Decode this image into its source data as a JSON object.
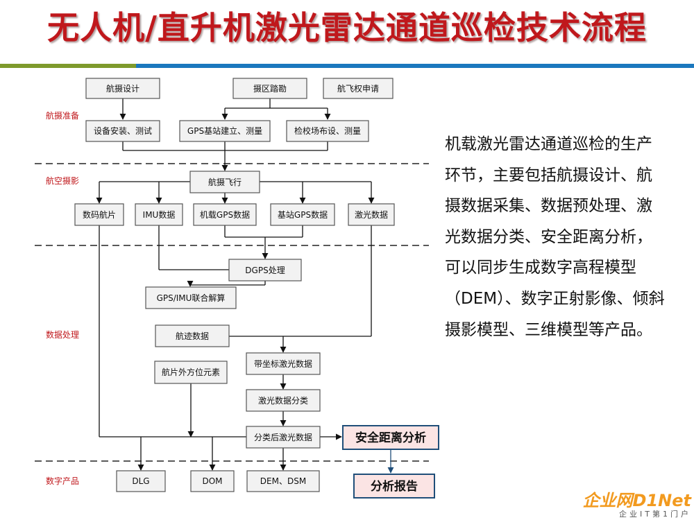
{
  "title": "无人机/直升机激光雷达通道巡检技术流程",
  "stages": [
    {
      "id": "s1",
      "label": "航摄准备"
    },
    {
      "id": "s2",
      "label": "航空摄影"
    },
    {
      "id": "s3",
      "label": "数据处理"
    },
    {
      "id": "s4",
      "label": "数字产品"
    }
  ],
  "nodes": [
    {
      "id": "hangshe_sheji",
      "label": "航摄设计"
    },
    {
      "id": "shequ_takan",
      "label": "摄区踏勘"
    },
    {
      "id": "hangfei_quan",
      "label": "航飞权申请"
    },
    {
      "id": "shebei_anzhuang",
      "label": "设备安装、测试"
    },
    {
      "id": "gps_jizhan",
      "label": "GPS基站建立、测量"
    },
    {
      "id": "jianjiao_changdi",
      "label": "检校场布设、测量"
    },
    {
      "id": "hangshe_feixing",
      "label": "航摄飞行"
    },
    {
      "id": "shuma_hangpian",
      "label": "数码航片"
    },
    {
      "id": "imu_shuju",
      "label": "IMU数据"
    },
    {
      "id": "jizai_gps",
      "label": "机载GPS数据"
    },
    {
      "id": "jizhan_gps",
      "label": "基站GPS数据"
    },
    {
      "id": "jiguang_shuju",
      "label": "激光数据"
    },
    {
      "id": "dgps",
      "label": "DGPS处理"
    },
    {
      "id": "gps_imu",
      "label": "GPS/IMU联合解算"
    },
    {
      "id": "hangji",
      "label": "航迹数据"
    },
    {
      "id": "dai_zuobiao",
      "label": "带坐标激光数据"
    },
    {
      "id": "hangpian_waifang",
      "label": "航片外方位元素"
    },
    {
      "id": "jiguang_fenlei",
      "label": "激光数据分类"
    },
    {
      "id": "fenlei_hou",
      "label": "分类后激光数据"
    },
    {
      "id": "dlg",
      "label": "DLG"
    },
    {
      "id": "dom",
      "label": "DOM"
    },
    {
      "id": "dem_dsm",
      "label": "DEM、DSM"
    }
  ],
  "highlights": [
    {
      "id": "anquan",
      "label": "安全距离分析"
    },
    {
      "id": "baogao",
      "label": "分析报告"
    }
  ],
  "description": "机载激光雷达通道巡检的生产环节，主要包括航摄设计、航摄数据采集、数据预处理、激光数据分类、安全距离分析，可以同步生成数字高程模型（DEM）、数字正射影像、倾斜摄影模型、三维模型等产品。",
  "logo": {
    "main": "企业网D1Net",
    "sub": "企业IT第1门户"
  },
  "colors": {
    "title": "#c0181c",
    "stage_label": "#c0181c",
    "bar_left": "#7e9a2c",
    "bar_right": "#1b78be",
    "highlight_fill": "#fbe4e4",
    "highlight_border": "#1f4e79"
  }
}
